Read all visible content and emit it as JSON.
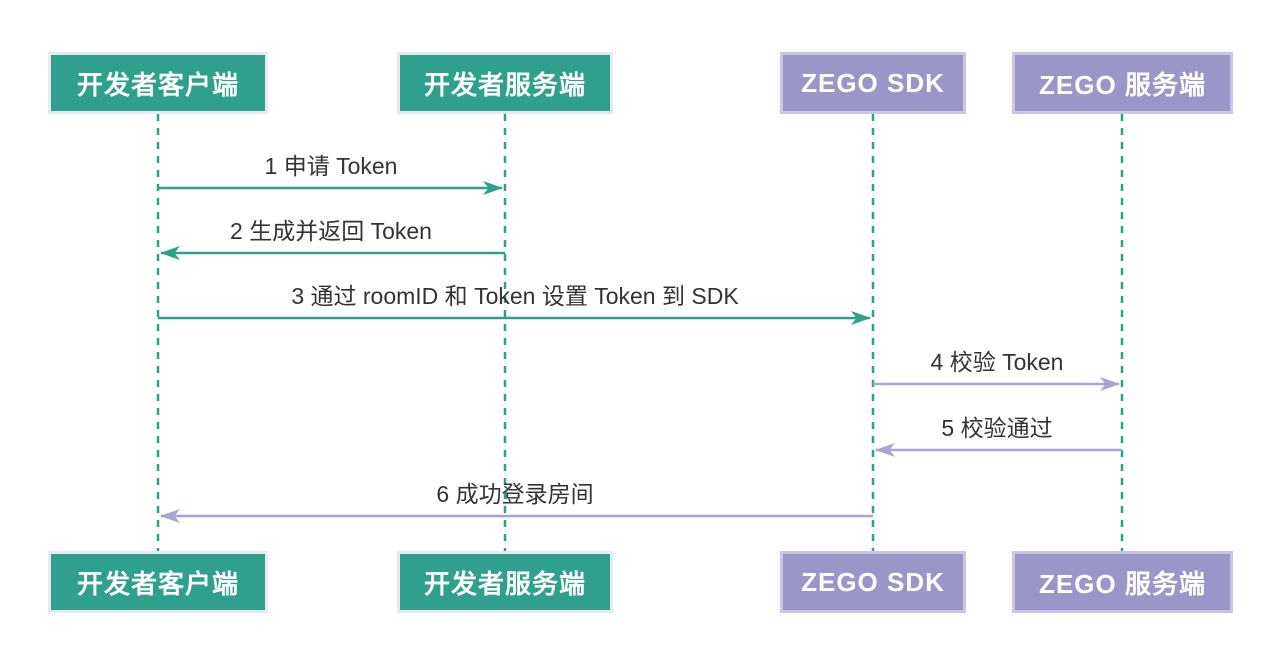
{
  "diagram": {
    "type": "sequence-diagram",
    "background": "#FFFFFF",
    "colors": {
      "teal_fill": "#2EA08B",
      "teal_box_border": "#E8E8F0",
      "purple_fill": "#9A96C8",
      "purple_box_border": "#C9C6E3",
      "teal_arrow": "#2EA08B",
      "purple_arrow": "#A8A4D5",
      "lifeline": "#2EA08B",
      "label_text": "#333333",
      "actor_text": "#FFFFFF"
    },
    "actors": [
      {
        "label": "开发者客户端",
        "scheme": "teal"
      },
      {
        "label": "开发者服务端",
        "scheme": "teal"
      },
      {
        "label": "ZEGO SDK",
        "scheme": "purple"
      },
      {
        "label": "ZEGO 服务端",
        "scheme": "purple"
      }
    ],
    "messages": [
      {
        "label": "1 申请 Token",
        "from": "开发者客户端",
        "to": "开发者服务端",
        "scheme": "teal",
        "direction": "right"
      },
      {
        "label": "2 生成并返回 Token",
        "from": "开发者服务端",
        "to": "开发者客户端",
        "scheme": "teal",
        "direction": "left"
      },
      {
        "label": "3 通过 roomID 和 Token 设置 Token 到 SDK",
        "from": "开发者客户端",
        "to": "ZEGO SDK",
        "scheme": "teal",
        "direction": "right"
      },
      {
        "label": "4 校验 Token",
        "from": "ZEGO SDK",
        "to": "ZEGO 服务端",
        "scheme": "purple",
        "direction": "right"
      },
      {
        "label": "5 校验通过",
        "from": "ZEGO 服务端",
        "to": "ZEGO SDK",
        "scheme": "purple",
        "direction": "left"
      },
      {
        "label": "6 成功登录房间",
        "from": "ZEGO SDK",
        "to": "开发者客户端",
        "scheme": "purple",
        "direction": "left"
      }
    ]
  }
}
